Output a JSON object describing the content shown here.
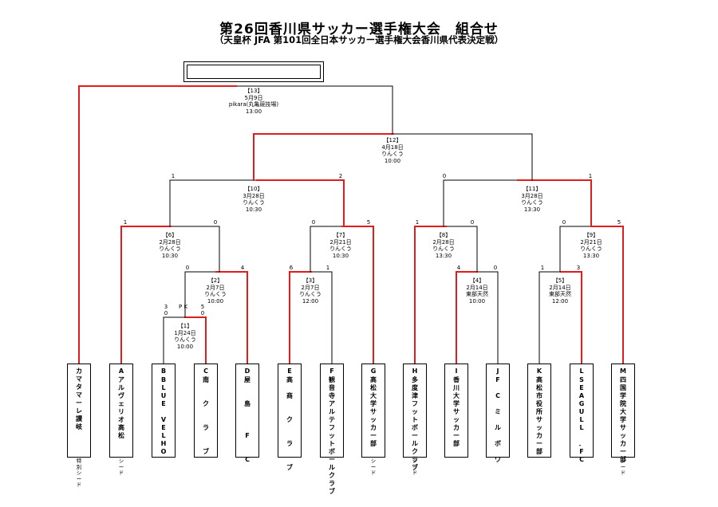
{
  "title": "第26回香川県サッカー選手権大会　組合せ",
  "subtitle": "（天皇杯 JFA 第101回全日本サッカー選手権大会香川県代表決定戦）",
  "matches": {
    "m1": {
      "info": "【1】\n1月24日\nりんくう\n10:00",
      "left_score": "0",
      "right_score": "0",
      "pk_left": "3",
      "pk_label": "P K",
      "pk_right": "5"
    },
    "m2": {
      "info": "【2】\n2月7日\nりんくう\n10:00",
      "left_score": "0",
      "right_score": "4"
    },
    "m3": {
      "info": "【3】\n2月7日\nりんくう\n12:00",
      "left_score": "6",
      "right_score": "1"
    },
    "m4": {
      "info": "【4】\n2月14日\n東部天然\n10:00",
      "left_score": "4",
      "right_score": "0"
    },
    "m5": {
      "info": "【5】\n2月14日\n東部天然\n12:00",
      "left_score": "1",
      "right_score": "3"
    },
    "m6": {
      "info": "【6】\n2月28日\nりんくう\n10:30",
      "left_score": "1",
      "right_score": "0"
    },
    "m7": {
      "info": "【7】\n2月21日\nりんくう\n10:30",
      "left_score": "0",
      "right_score": "5"
    },
    "m8": {
      "info": "【8】\n2月28日\nりんくう\n13:30",
      "left_score": "1",
      "right_score": "0"
    },
    "m9": {
      "info": "【9】\n2月21日\nりんくう\n13:30",
      "left_score": "0",
      "right_score": "5"
    },
    "m10": {
      "info": "【10】\n3月28日\nりんくう\n10:30",
      "left_score": "1",
      "right_score": "2"
    },
    "m11": {
      "info": "【11】\n3月28日\nりんくう\n13:30",
      "left_score": "0",
      "right_score": "1"
    },
    "m12": {
      "info": "【12】\n4月18日\nりんくう\n10:00"
    },
    "m13": {
      "info": "【13】\n5月9日\npikara(丸亀競技場)\n13:00"
    }
  },
  "teams": [
    {
      "letter": "",
      "name": "カ\nマ\nタ\nマ\nー\nレ\n讃\n岐",
      "note": "特\n別\nシ\nー\nド"
    },
    {
      "letter": "A",
      "name": "ア\nル\nヴ\nェ\nリ\nオ\n高\n松",
      "note": "シ\nー\nド"
    },
    {
      "letter": "B",
      "name": "B\nL\nU\nE\n\nV\nE\nL\nH\nO",
      "note": ""
    },
    {
      "letter": "C",
      "name": "南\n\n\nク\n\n\nラ\n\n\nブ",
      "note": ""
    },
    {
      "letter": "D",
      "name": "屋\n\n\n島\n\n\n\nF\n\n\nC",
      "note": ""
    },
    {
      "letter": "E",
      "name": "高\n\n商\n\n\nク\n\n\nラ\n\n\nブ",
      "note": ""
    },
    {
      "letter": "F",
      "name": "観\n音\n寺\nア\nル\nテ\nフ\nッ\nト\nボ\nー\nル\nク\nラ\nブ",
      "note": ""
    },
    {
      "letter": "G",
      "name": "高\n松\n大\n学\nサ\nッ\nカ\nー\n部",
      "note": "シ\nー\nド"
    },
    {
      "letter": "H",
      "name": "多\n度\n津\nフ\nッ\nト\nボ\nー\nル\nク\nラ\nブ",
      "note": "シ\nー\nド"
    },
    {
      "letter": "I",
      "name": "香\n川\n大\n学\nサ\nッ\nカ\nー\n部",
      "note": ""
    },
    {
      "letter": "J",
      "name": "F\n\nC\n\nミ\n\nル\n\nボ\n\nワ",
      "note": ""
    },
    {
      "letter": "K",
      "name": "高\n松\n市\n役\n所\nサ\nッ\nカ\nー\n部",
      "note": ""
    },
    {
      "letter": "L",
      "name": "S\nE\nA\nG\nU\nL\nL\n\n．\nF\nC",
      "note": ""
    },
    {
      "letter": "M",
      "name": "四\n国\n学\n院\n大\n学\nサ\nッ\nカ\nー\n部",
      "note": "シ\nー\nド"
    }
  ],
  "colors": {
    "line": "#000000",
    "winner_line": "#e11c1c"
  }
}
